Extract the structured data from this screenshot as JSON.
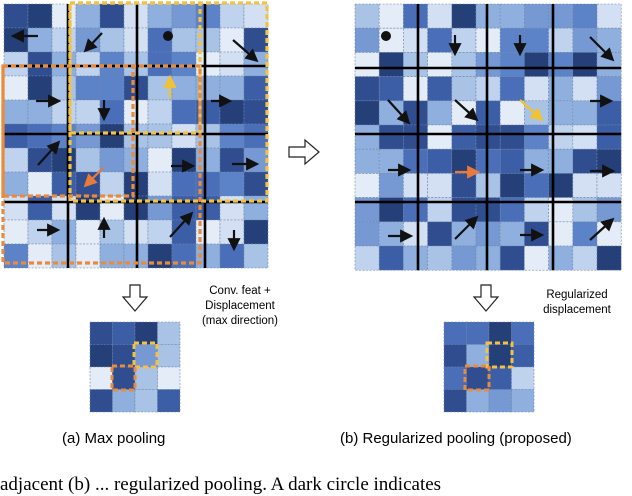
{
  "panels": {
    "left_caption": "(a) Max pooling",
    "right_caption": "(b) Regularized pooling (proposed)",
    "left_note": [
      "Conv. feat +",
      "Displacement",
      "(max direction)"
    ],
    "right_note": [
      "Regularized",
      "displacement"
    ]
  },
  "cut_off_text": "adjacent (b) ... regularized pooling. A dark circle indicates",
  "colors": {
    "orange_box": "#e98a3c",
    "yellow_box": "#f3c242",
    "arrow_dark": "#111111",
    "arrow_orange": "#e97a3a",
    "arrow_yellow": "#f1c232",
    "grid_line": "#000000"
  },
  "icons": [
    "arrow-icon",
    "dot-icon",
    "transition-arrow-icon",
    "down-arrow-icon"
  ]
}
